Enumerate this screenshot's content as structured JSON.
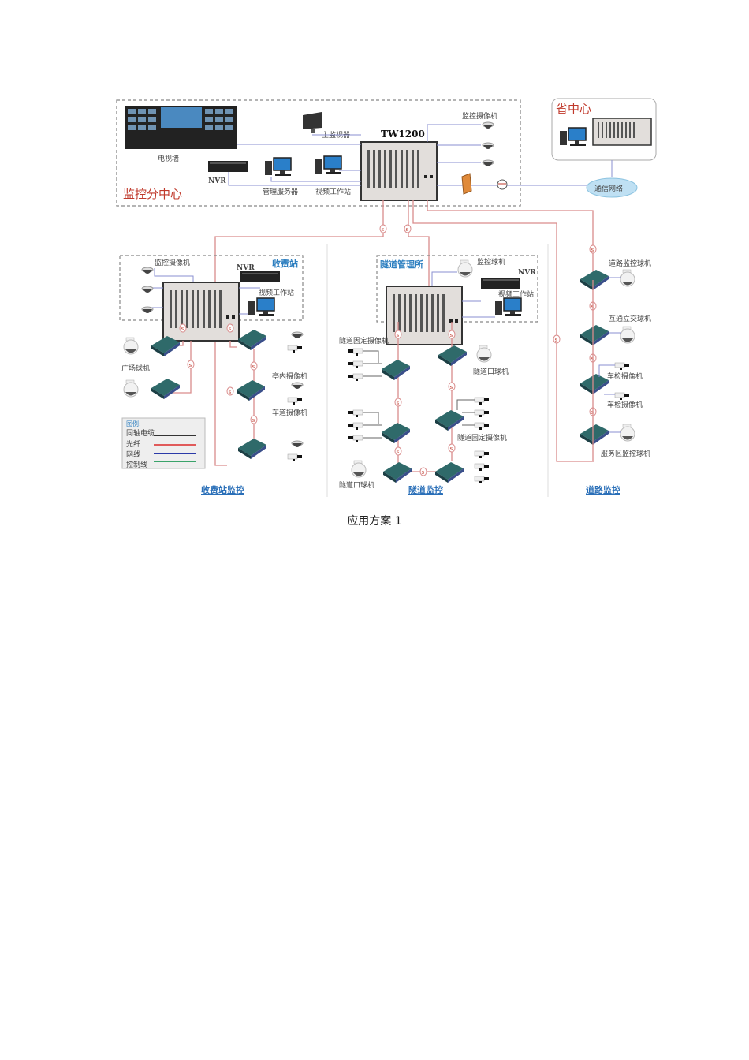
{
  "caption": "应用方案 1",
  "colors": {
    "fiber": "#d98c8c",
    "network": "#8a8fd0",
    "coax": "#333333",
    "control": "#3aa36a",
    "zone_title_red": "#c0392b",
    "zone_title_blue": "#2d7fc0"
  },
  "center": {
    "title": "监控分中心",
    "device": "TW1200",
    "labels": {
      "video_wall": "电视墙",
      "main_monitor": "主监视器",
      "nvr": "NVR",
      "mgmt_server": "管理服务器",
      "workstation": "视频工作站",
      "cameras": "监控摄像机"
    }
  },
  "province": {
    "title": "省中心",
    "network": "通信网络"
  },
  "toll": {
    "title": "收费站",
    "bottom": "收费站监控",
    "labels": {
      "cameras": "监控摄像机",
      "nvr": "NVR",
      "workstation": "视频工作站",
      "plaza_dome": "广场球机",
      "booth_cam": "亭内摄像机",
      "lane_cam": "车道摄像机"
    },
    "legend": {
      "title": "图例:",
      "items": [
        {
          "label": "同轴电缆",
          "color": "#333333"
        },
        {
          "label": "光纤",
          "color": "#e05a5a"
        },
        {
          "label": "网线",
          "color": "#2b3aa8"
        },
        {
          "label": "控制线",
          "color": "#3aa36a"
        }
      ]
    }
  },
  "tunnel": {
    "title": "隧道管理所",
    "bottom": "隧道监控",
    "labels": {
      "dome": "监控球机",
      "nvr": "NVR",
      "workstation": "视频工作站",
      "fixed_cam_1": "隧道固定摄像机",
      "entrance_dome_1": "隧道口球机",
      "fixed_cam_2": "隧道固定摄像机",
      "entrance_dome_2": "隧道口球机"
    }
  },
  "road": {
    "bottom": "道路监控",
    "labels": {
      "road_dome": "道路监控球机",
      "interchange_dome": "互通立交球机",
      "check_cam_1": "车检摄像机",
      "check_cam_2": "车检摄像机",
      "service_dome": "服务区监控球机"
    }
  }
}
